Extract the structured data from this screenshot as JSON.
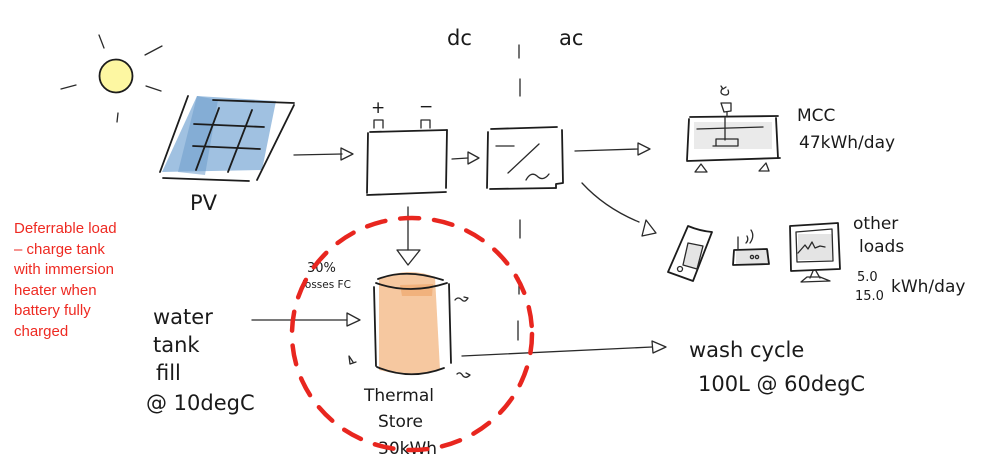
{
  "diagram": {
    "title": "Off-grid PV system with thermal store",
    "domain_labels": {
      "dc": "dc",
      "ac": "ac"
    },
    "pv": {
      "label": "PV",
      "icon": "solar-panel-icon",
      "fill_color": "#8fb6dc"
    },
    "sun": {
      "icon": "sun-icon",
      "fill_color": "#fdf7a2"
    },
    "battery": {
      "icon": "battery-icon",
      "positive_terminal": "+",
      "negative_terminal": "−"
    },
    "inverter": {
      "icon": "dc-ac-inverter-icon",
      "dc_symbol": "—",
      "ac_symbol": "~"
    },
    "mcc": {
      "name": "MCC",
      "consumption": "47kWh/day",
      "icon": "mcc-machine-icon"
    },
    "other_loads": {
      "name_line1": "other",
      "name_line2": "loads",
      "value_low": "5.0",
      "value_high": "15.0",
      "unit": "kWh/day",
      "icons": [
        "phone-icon",
        "router-icon",
        "monitor-icon"
      ]
    },
    "water_inlet": {
      "line1": "water",
      "line2": "tank",
      "line3": "fill",
      "line4": "@ 10degC"
    },
    "thermal_store": {
      "name_line1": "Thermal",
      "name_line2": "Store",
      "capacity": "30kWh",
      "losses_value": "30%",
      "losses_label": "losses FC",
      "fill_color": "#f6c8a0",
      "icon": "hot-water-tank-icon"
    },
    "wash_cycle": {
      "line1": "wash cycle",
      "line2": "100L @ 60degC"
    },
    "deferrable_note": {
      "color": "#ee2a22",
      "lines": [
        "Deferrable load",
        "– charge tank",
        "with immersion",
        "heater when",
        "battery fully",
        "charged"
      ]
    },
    "highlight": {
      "style": "dashed-circle",
      "color": "#e8261f",
      "target": "thermal_store"
    },
    "flows": [
      {
        "from": "PV",
        "to": "battery"
      },
      {
        "from": "battery",
        "to": "inverter"
      },
      {
        "from": "battery",
        "to": "thermal_store"
      },
      {
        "from": "inverter",
        "to": "MCC"
      },
      {
        "from": "inverter",
        "to": "other loads"
      },
      {
        "from": "water tank fill",
        "to": "thermal_store"
      },
      {
        "from": "thermal_store",
        "to": "wash cycle"
      }
    ]
  }
}
